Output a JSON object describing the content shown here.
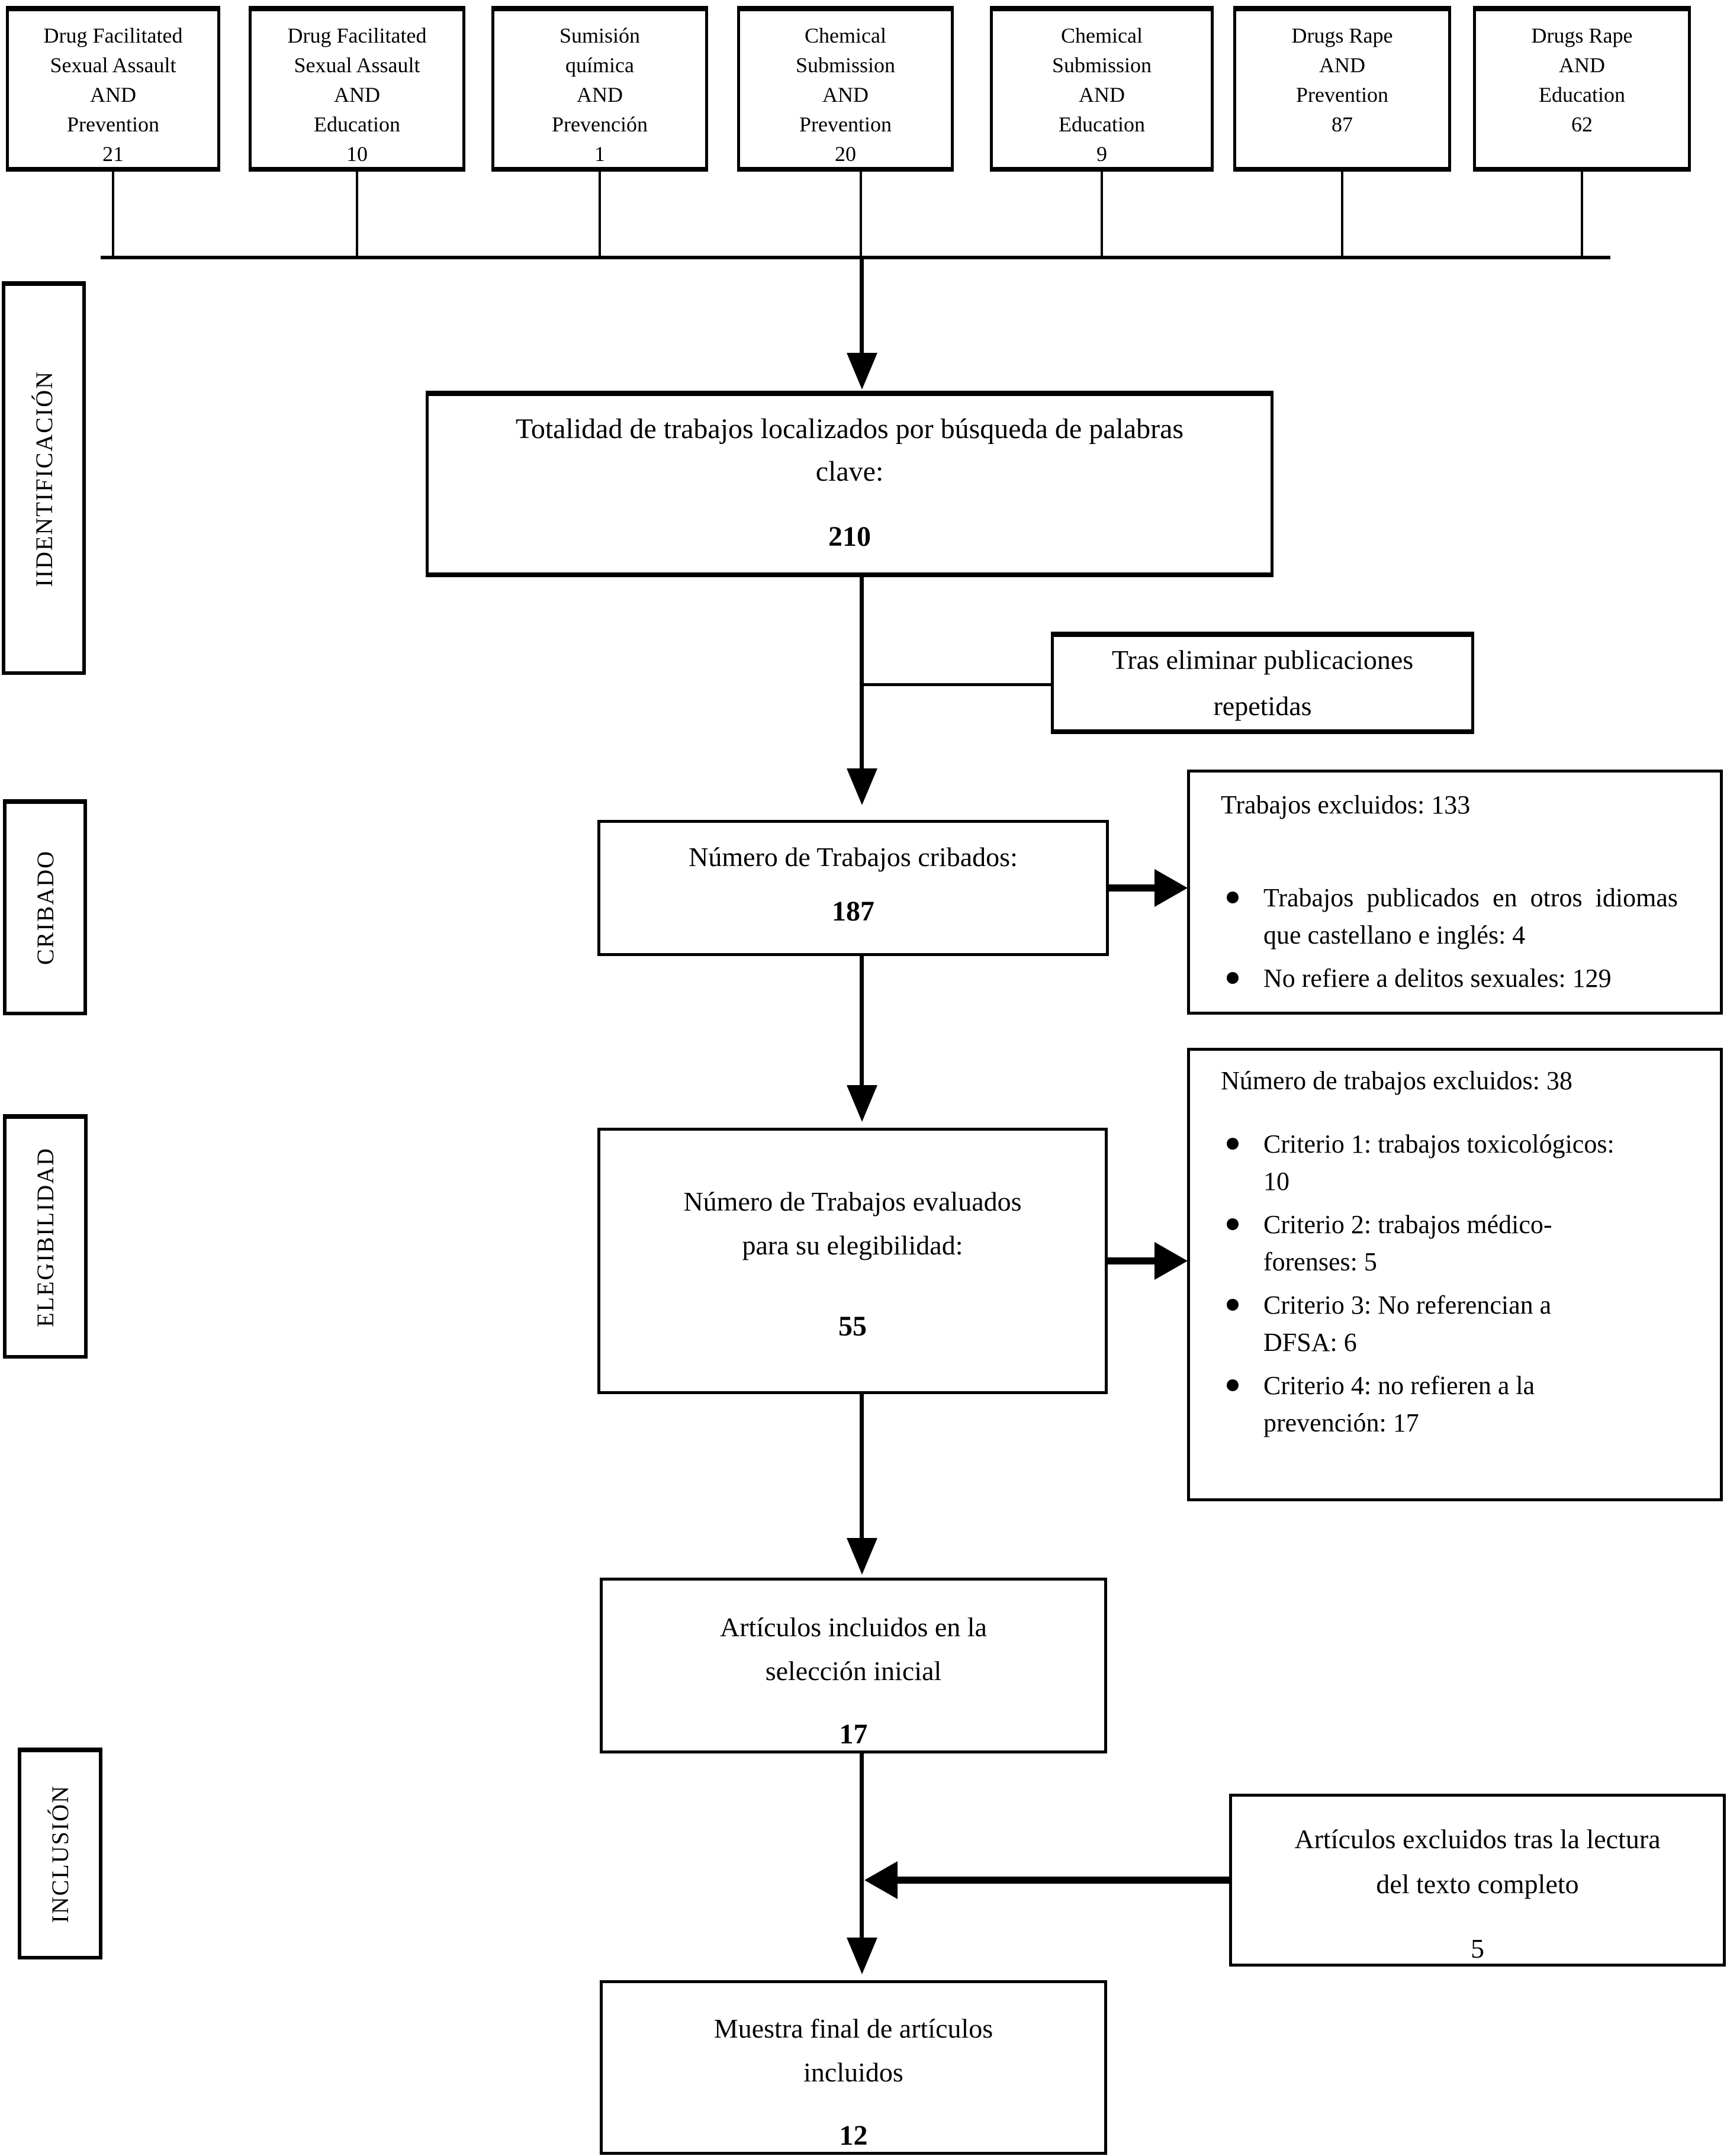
{
  "top_boxes": [
    {
      "lines": [
        "Drug Facilitated",
        "Sexual Assault",
        "AND",
        "Prevention",
        "21"
      ]
    },
    {
      "lines": [
        "Drug Facilitated",
        "Sexual Assault",
        "AND",
        "Education",
        "10"
      ]
    },
    {
      "lines": [
        "Sumisión",
        "química",
        "AND",
        "Prevención",
        "1"
      ]
    },
    {
      "lines": [
        "Chemical",
        "Submission",
        "AND",
        "Prevention",
        "20"
      ]
    },
    {
      "lines": [
        "Chemical",
        "Submission",
        "AND",
        "Education",
        "9"
      ]
    },
    {
      "lines": [
        "Drugs Rape",
        "AND",
        "Prevention",
        "87"
      ]
    },
    {
      "lines": [
        "Drugs Rape",
        "AND",
        "Education",
        "62"
      ]
    }
  ],
  "side_labels": {
    "identification": "IIDENTIFICACIÓN",
    "screening": "CRIBADO",
    "eligibility": "ELEGIBILIDAD",
    "inclusion": "INCLUSIÓN"
  },
  "flow": {
    "total": {
      "text": "Totalidad de trabajos localizados por búsqueda de palabras\nclave:",
      "value": "210"
    },
    "duplicates_note": {
      "text": "Tras eliminar publicaciones\nrepetidas"
    },
    "screened": {
      "text": "Número de Trabajos cribados:",
      "value": "187"
    },
    "excluded_screening": {
      "title": "Trabajos excluidos: 133",
      "bullets": [
        "Trabajos publicados en otros idiomas que castellano e inglés: 4",
        "No refiere a delitos sexuales: 129"
      ]
    },
    "assessed": {
      "text": "Número de Trabajos evaluados\npara su elegibilidad:",
      "value": "55"
    },
    "excluded_eligibility": {
      "title": "Número de trabajos excluidos: 38",
      "bullets": [
        "Criterio 1: trabajos toxicológicos:\n10",
        "Criterio 2: trabajos médico-\nforenses: 5",
        "Criterio 3: No referencian a\nDFSA: 6",
        "Criterio 4: no refieren a la\nprevención: 17"
      ]
    },
    "initial_selection": {
      "text": "Artículos incluidos en la\nselección inicial",
      "value": "17"
    },
    "excluded_fulltext": {
      "text": "Artículos excluidos tras la lectura\ndel texto completo",
      "value": "5"
    },
    "final_sample": {
      "text": "Muestra final de artículos\nincluidos",
      "value": "12"
    }
  },
  "colors": {
    "line": "#000000",
    "background": "#ffffff"
  }
}
